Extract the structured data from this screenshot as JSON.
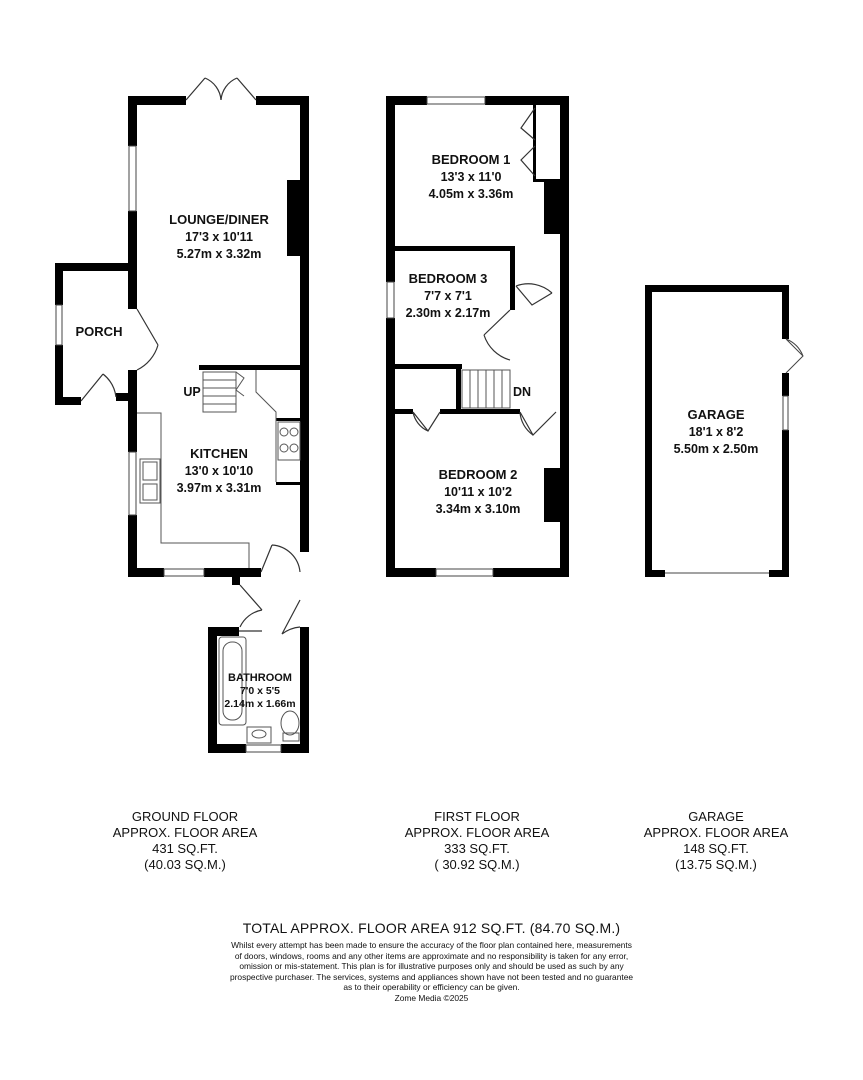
{
  "ground_floor": {
    "rooms": {
      "lounge": {
        "name": "LOUNGE/DINER",
        "imperial": "17'3 x 10'11",
        "metric": "5.27m x 3.32m"
      },
      "porch": {
        "name": "PORCH"
      },
      "kitchen": {
        "name": "KITCHEN",
        "imperial": "13'0 x 10'10",
        "metric": "3.97m x 3.31m"
      },
      "bathroom": {
        "name": "BATHROOM",
        "imperial": "7'0 x 5'5",
        "metric": "2.14m x 1.66m"
      }
    },
    "stair_label": "UP",
    "caption": {
      "line1": "GROUND FLOOR",
      "line2": "APPROX. FLOOR AREA",
      "line3": "431 SQ.FT.",
      "line4": "(40.03 SQ.M.)"
    }
  },
  "first_floor": {
    "rooms": {
      "bedroom1": {
        "name": "BEDROOM 1",
        "imperial": "13'3 x 11'0",
        "metric": "4.05m x 3.36m"
      },
      "bedroom3": {
        "name": "BEDROOM 3",
        "imperial": "7'7 x 7'1",
        "metric": "2.30m x 2.17m"
      },
      "bedroom2": {
        "name": "BEDROOM 2",
        "imperial": "10'11 x 10'2",
        "metric": "3.34m x 3.10m"
      }
    },
    "stair_label": "DN",
    "caption": {
      "line1": "FIRST FLOOR",
      "line2": "APPROX. FLOOR AREA",
      "line3": "333 SQ.FT.",
      "line4": "( 30.92 SQ.M.)"
    }
  },
  "garage": {
    "rooms": {
      "garage": {
        "name": "GARAGE",
        "imperial": "18'1 x 8'2",
        "metric": "5.50m x 2.50m"
      }
    },
    "caption": {
      "line1": "GARAGE",
      "line2": "APPROX. FLOOR AREA",
      "line3": "148 SQ.FT.",
      "line4": "(13.75 SQ.M.)"
    }
  },
  "total": "TOTAL APPROX. FLOOR AREA 912 SQ.FT. (84.70 SQ.M.)",
  "disclaimer": {
    "line1": "Whilst every attempt has been made to ensure the accuracy of the floor plan contained here, measurements",
    "line2": "of doors, windows, rooms and any other items are approximate and no responsibility is taken for any error,",
    "line3": "omission or mis-statement. This plan is for illustrative purposes only and should be used as such by any",
    "line4": "prospective purchaser. The services, systems and appliances shown have not been tested and no guarantee",
    "line5": "as to their operability or efficiency can be given.",
    "line6": "Zome Media ©2025"
  },
  "colors": {
    "wall": "#000000",
    "fixture": "#555555",
    "background": "#ffffff"
  }
}
